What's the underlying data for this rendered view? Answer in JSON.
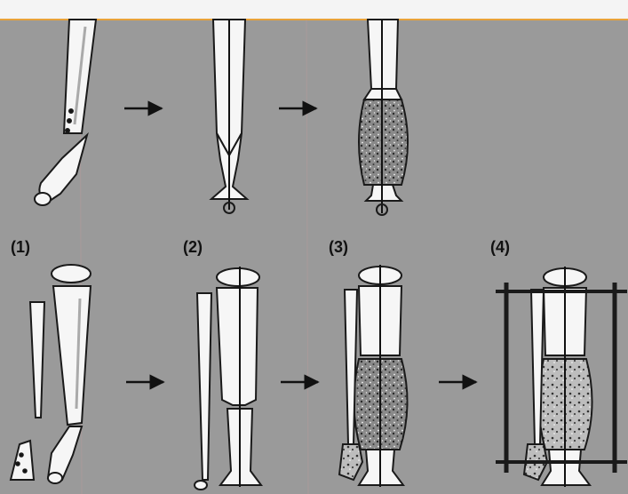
{
  "figure": {
    "labels": [
      "(1)",
      "(2)",
      "(3)",
      "(4)"
    ]
  },
  "colors": {
    "background": "#9a9a9a",
    "bone_fill": "#f6f6f6",
    "outline": "#1a1a1a",
    "graft_fill": "#6e6e6e",
    "top_border": "#e8a23a"
  }
}
